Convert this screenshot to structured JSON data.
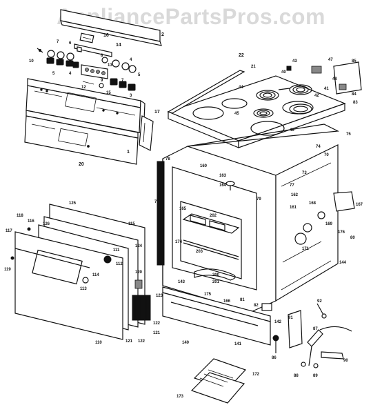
{
  "watermark": "AppliancePartsPros.com",
  "labels": [
    {
      "id": "2",
      "text": "2"
    },
    {
      "id": "16",
      "text": "16"
    },
    {
      "id": "14",
      "text": "14"
    },
    {
      "id": "7a",
      "text": "7"
    },
    {
      "id": "6",
      "text": "6"
    },
    {
      "id": "10",
      "text": "10"
    },
    {
      "id": "5a",
      "text": "5"
    },
    {
      "id": "4a",
      "text": "4"
    },
    {
      "id": "8",
      "text": "8"
    },
    {
      "id": "13",
      "text": "13"
    },
    {
      "id": "9",
      "text": "9"
    },
    {
      "id": "12",
      "text": "12"
    },
    {
      "id": "15",
      "text": "15"
    },
    {
      "id": "4b",
      "text": "4"
    },
    {
      "id": "5b",
      "text": "5"
    },
    {
      "id": "7b",
      "text": "7"
    },
    {
      "id": "3",
      "text": "3"
    },
    {
      "id": "1",
      "text": "1"
    },
    {
      "id": "17",
      "text": "17"
    },
    {
      "id": "20",
      "text": "20"
    },
    {
      "id": "22",
      "text": "22"
    },
    {
      "id": "21",
      "text": "21"
    },
    {
      "id": "43",
      "text": "43"
    },
    {
      "id": "47",
      "text": "47"
    },
    {
      "id": "85",
      "text": "85"
    },
    {
      "id": "40",
      "text": "40"
    },
    {
      "id": "48",
      "text": "48"
    },
    {
      "id": "44",
      "text": "44"
    },
    {
      "id": "41",
      "text": "41"
    },
    {
      "id": "42",
      "text": "42"
    },
    {
      "id": "84",
      "text": "84"
    },
    {
      "id": "83",
      "text": "83"
    },
    {
      "id": "45",
      "text": "45"
    },
    {
      "id": "46",
      "text": "46"
    },
    {
      "id": "75",
      "text": "75"
    },
    {
      "id": "74",
      "text": "74"
    },
    {
      "id": "70",
      "text": "70"
    },
    {
      "id": "78",
      "text": "78"
    },
    {
      "id": "160",
      "text": "160"
    },
    {
      "id": "163",
      "text": "163"
    },
    {
      "id": "73",
      "text": "73"
    },
    {
      "id": "164",
      "text": "164"
    },
    {
      "id": "77",
      "text": "77"
    },
    {
      "id": "76",
      "text": "76"
    },
    {
      "id": "79",
      "text": "79"
    },
    {
      "id": "162",
      "text": "162"
    },
    {
      "id": "161",
      "text": "161"
    },
    {
      "id": "168",
      "text": "168"
    },
    {
      "id": "167",
      "text": "167"
    },
    {
      "id": "165",
      "text": "165"
    },
    {
      "id": "202",
      "text": "202"
    },
    {
      "id": "169",
      "text": "169"
    },
    {
      "id": "176",
      "text": "176"
    },
    {
      "id": "80a",
      "text": "80"
    },
    {
      "id": "174",
      "text": "174"
    },
    {
      "id": "171",
      "text": "171"
    },
    {
      "id": "203",
      "text": "203"
    },
    {
      "id": "144",
      "text": "144"
    },
    {
      "id": "143",
      "text": "143"
    },
    {
      "id": "200",
      "text": "200"
    },
    {
      "id": "201",
      "text": "201"
    },
    {
      "id": "175",
      "text": "175"
    },
    {
      "id": "166",
      "text": "166"
    },
    {
      "id": "81",
      "text": "81"
    },
    {
      "id": "82",
      "text": "82"
    },
    {
      "id": "142",
      "text": "142"
    },
    {
      "id": "125",
      "text": "125"
    },
    {
      "id": "115",
      "text": "115"
    },
    {
      "id": "118",
      "text": "118"
    },
    {
      "id": "126",
      "text": "126"
    },
    {
      "id": "116",
      "text": "116"
    },
    {
      "id": "117",
      "text": "117"
    },
    {
      "id": "124",
      "text": "124"
    },
    {
      "id": "111",
      "text": "111"
    },
    {
      "id": "112",
      "text": "112"
    },
    {
      "id": "119",
      "text": "119"
    },
    {
      "id": "114",
      "text": "114"
    },
    {
      "id": "120",
      "text": "120"
    },
    {
      "id": "113",
      "text": "113"
    },
    {
      "id": "123",
      "text": "123"
    },
    {
      "id": "122a",
      "text": "122"
    },
    {
      "id": "121a",
      "text": "121"
    },
    {
      "id": "121b",
      "text": "121"
    },
    {
      "id": "122b",
      "text": "122"
    },
    {
      "id": "110",
      "text": "110"
    },
    {
      "id": "140",
      "text": "140"
    },
    {
      "id": "141",
      "text": "141"
    },
    {
      "id": "92",
      "text": "92"
    },
    {
      "id": "91",
      "text": "91"
    },
    {
      "id": "87",
      "text": "87"
    },
    {
      "id": "86",
      "text": "86"
    },
    {
      "id": "90",
      "text": "90"
    },
    {
      "id": "88",
      "text": "88"
    },
    {
      "id": "89",
      "text": "89"
    },
    {
      "id": "172",
      "text": "172"
    },
    {
      "id": "173",
      "text": "173"
    }
  ]
}
